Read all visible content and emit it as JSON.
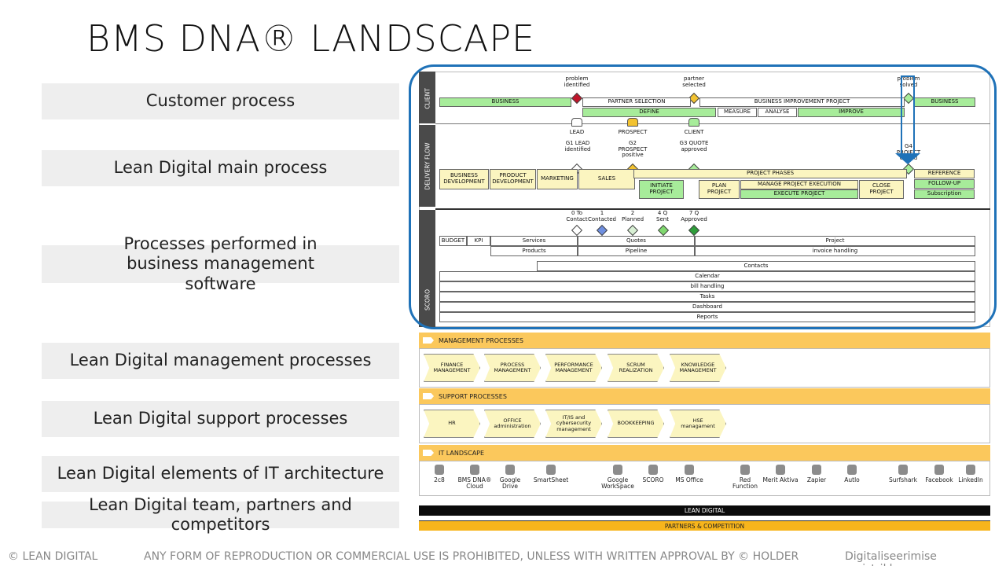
{
  "title": "BMS DNA® LANDSCAPE",
  "left_labels": [
    "Customer process",
    "Lean Digital main process",
    "Processes performed in business management software",
    "Lean Digital management processes",
    "Lean Digital support processes",
    "Lean Digital elements of IT architecture",
    "Lean Digital team, partners and competitors"
  ],
  "footer": {
    "left": "© LEAN DIGITAL",
    "center": "ANY FORM OF REPRODUCTION OR COMMERCIAL USE IS PROHIBITED, UNLESS WITH WRITTEN APPROVAL BY © HOLDER",
    "right": "Digitaliseerimise meistriklass"
  },
  "colors": {
    "highlight_border": "#1f72b8",
    "green_box": "#a7ec9a",
    "yellow_box": "#fbf5c0",
    "section_bar": "#fbc85c",
    "partners_bar": "#f7b51c"
  },
  "bands": {
    "client": "CLIENT",
    "delivery": "DELIVERY FLOW",
    "scoro": "SCORO"
  },
  "client": {
    "milestone_problem": "problem identified",
    "milestone_partner": "partner selected",
    "milestone_solved": "problem solved",
    "business_left": "BUSINESS",
    "partner_selection": "PARTNER SELECTION",
    "business_improvement": "BUSINESS IMPROVEMENT PROJECT",
    "business_right": "BUSINESS",
    "define": "DEFINE",
    "measure": "MEASURE",
    "analyse": "ANALYSE",
    "improve": "IMPROVE",
    "lead": "LEAD",
    "prospect": "PROSPECT",
    "client_icon": "CLIENT"
  },
  "delivery": {
    "g1": "G1 LEAD identified",
    "g2": "G2 PROSPECT positive",
    "g3": "G3 QUOTE approved",
    "g4": "G4 PROJECT closed",
    "business_development": "BUSINESS DEVELOPMENT",
    "product_development": "PRODUCT DEVELOPMENT",
    "marketing": "MARKETING",
    "sales": "SALES",
    "project_phases": "PROJECT PHASES",
    "initiate_project": "INITIATE PROJECT",
    "plan_project": "PLAN PROJECT",
    "manage_execution": "MANAGE PROJECT EXECUTION",
    "execute_project": "EXECUTE PROJECT",
    "close_project": "CLOSE PROJECT",
    "reference": "REFERENCE",
    "follow_up": "FOLLOW-UP",
    "subscription": "Subscription"
  },
  "scoro": {
    "stage0": "0 To Contact",
    "stage1": "1 Contacted",
    "stage2": "2 Planned",
    "stage4": "4 Q Sent",
    "stage7": "7 Q Approved",
    "budget": "BUDGET",
    "kpi": "KPI",
    "services": "Services",
    "quotes": "Quotes",
    "project": "Project",
    "products": "Products",
    "pipeline": "Pipeline",
    "invoice": "invoice handling",
    "rows": [
      "Contacts",
      "Calendar",
      "bill handling",
      "Tasks",
      "Dashboard",
      "Reports"
    ]
  },
  "management": {
    "header": "MANAGEMENT PROCESSES",
    "items": [
      "FINANCE MANAGEMENT",
      "PROCESS MANAGEMENT",
      "PERFORMANCE MANAGEMENT",
      "SCRUM REALIZATION",
      "KNOWLEDGE MANAGEMENT"
    ]
  },
  "support": {
    "header": "SUPPORT PROCESSES",
    "items": [
      "HR",
      "OFFICE administration",
      "IT/IS and cybersecurity management",
      "BOOKKEEPING",
      "HSE managament"
    ]
  },
  "it": {
    "header": "IT LANDSCAPE",
    "items": [
      "2c8",
      "BMS DNA® Cloud",
      "Google Drive",
      "SmartSheet",
      "Google WorkSpace",
      "SCORO",
      "MS Office",
      "Red Function",
      "Merit Aktiva",
      "Zapier",
      "Autlo",
      "Surfshark",
      "Facebook",
      "LinkedIn"
    ]
  },
  "bottom": {
    "lean_digital": "LEAN DIGITAL",
    "partners": "PARTNERS & COMPETITION"
  }
}
